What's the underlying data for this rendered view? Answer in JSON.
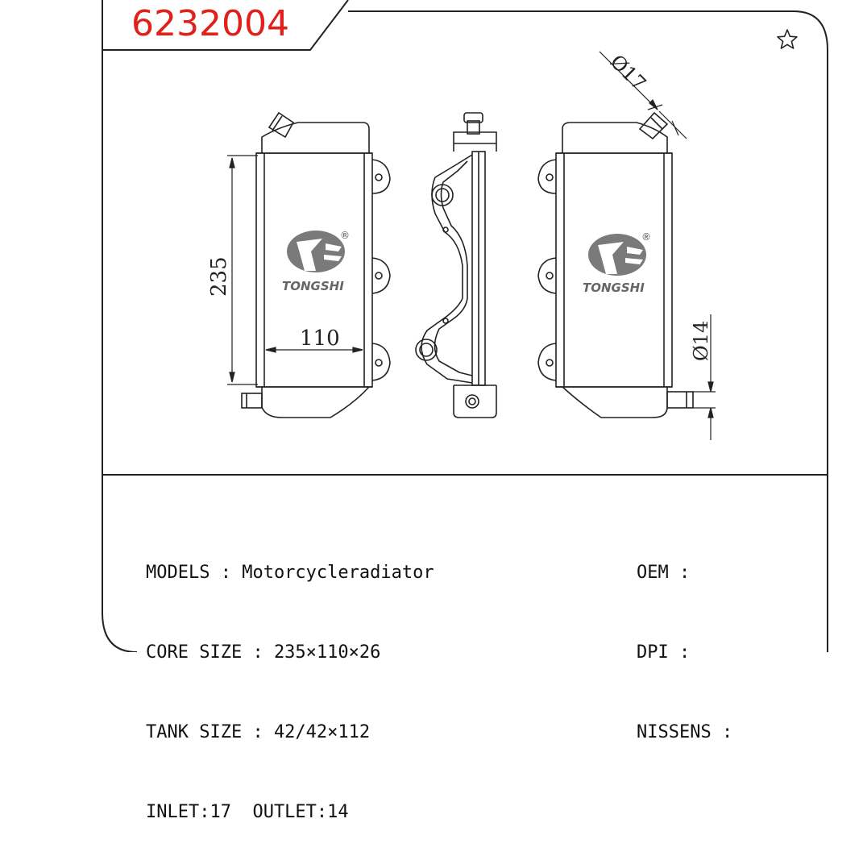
{
  "part_number": "6232004",
  "bookmark_icon": "star-outline-icon",
  "drawing": {
    "dim_height": "235",
    "dim_width": "110",
    "dim_inlet": "Ø17",
    "dim_outlet": "Ø14",
    "brand": "TONGSHI",
    "registered": "®"
  },
  "specs": {
    "models": "MODELS : Motorcycleradiator",
    "core_size": "CORE SIZE : 235×110×26",
    "tank_size": "TANK SIZE : 42/42×112",
    "inlet_outlet": "INLET:17  OUTLET:14",
    "oem": "OEM :",
    "dpi": "DPI :",
    "nissens": "NISSENS :"
  }
}
